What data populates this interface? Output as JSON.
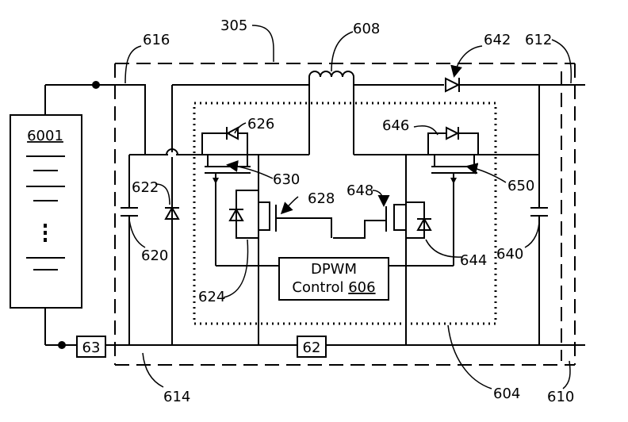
{
  "labels": {
    "battery": "6001",
    "dpwm_line1": "DPWM",
    "dpwm_line2": "Control ",
    "dpwm_ref": "606",
    "ref_305": "305",
    "ref_608": "608",
    "ref_616": "616",
    "ref_642": "642",
    "ref_612": "612",
    "ref_626": "626",
    "ref_646": "646",
    "ref_630": "630",
    "ref_650": "650",
    "ref_622": "622",
    "ref_628": "628",
    "ref_648": "648",
    "ref_620": "620",
    "ref_640": "640",
    "ref_644": "644",
    "ref_624": "624",
    "ref_63": "63",
    "ref_62": "62",
    "ref_614": "614",
    "ref_604": "604",
    "ref_610": "610"
  }
}
